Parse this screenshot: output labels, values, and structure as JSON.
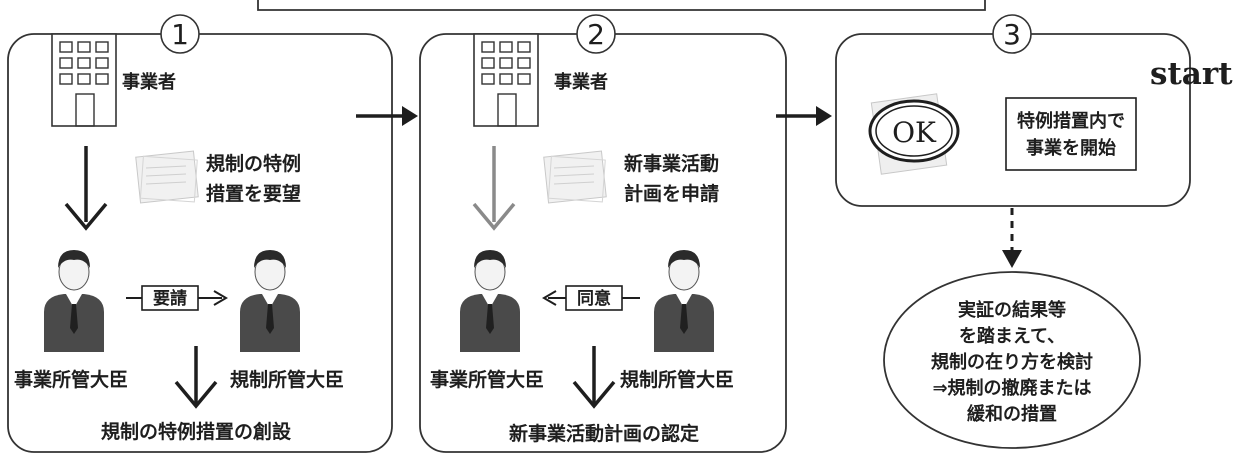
{
  "steps": [
    {
      "number": "1",
      "business": "事業者",
      "request_line1": "規制の特例",
      "request_line2": "措置を要望",
      "action_label": "要請",
      "minister_left": "事業所管大臣",
      "minister_right": "規制所管大臣",
      "outcome": "規制の特例措置の創設"
    },
    {
      "number": "2",
      "business": "事業者",
      "request_line1": "新事業活動",
      "request_line2": "計画を申請",
      "action_label": "同意",
      "minister_left": "事業所管大臣",
      "minister_right": "規制所管大臣",
      "outcome": "新事業活動計画の認定"
    },
    {
      "number": "3",
      "ok_label": "OK",
      "start_label": "start",
      "start_box_line1": "特例措置内で",
      "start_box_line2": "事業を開始"
    }
  ],
  "review": {
    "line1": "実証の結果等",
    "line2": "を踏まえて、",
    "line3": "規制の在り方を検討",
    "line4": "⇒規制の撤廃または",
    "line5": "緩和の措置"
  }
}
